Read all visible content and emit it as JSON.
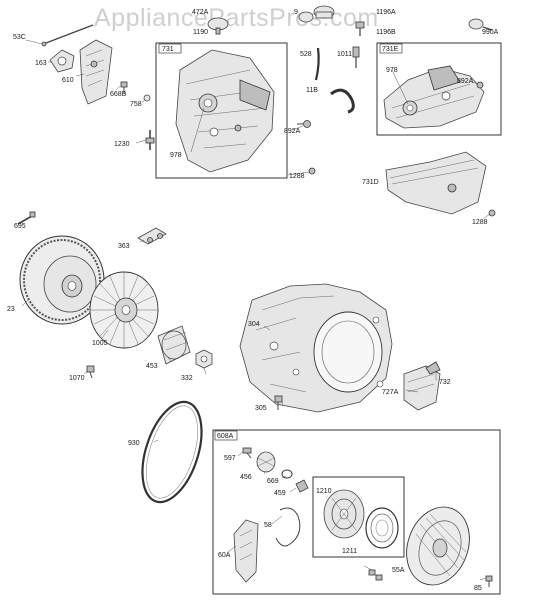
{
  "watermark": "AppliancePartsPros.com",
  "boxes": {
    "blower_housing_box": "731",
    "blower_housing_box_alt": "731E",
    "rewind_starter_box": "608A",
    "sub_box": "1210"
  },
  "labels": {
    "p53c": "53C",
    "p163": "163",
    "p610": "610",
    "p668b": "668B",
    "p758": "758",
    "p1230": "1230",
    "p472a": "472A",
    "p1190": "1190",
    "p9": "9",
    "p1196a": "1196A",
    "p1196b": "1196B",
    "p990a": "990A",
    "p528": "528",
    "p1011": "1011",
    "p11b": "11B",
    "p978a": "978",
    "p892a_a": "892A",
    "p1288a": "1288",
    "p978b": "978",
    "p892a_b": "892A",
    "p731d": "731D",
    "p1288b": "1288",
    "p695": "695",
    "p363": "363",
    "p23": "23",
    "p1005": "1005",
    "p1070": "1070",
    "p453": "453",
    "p332": "332",
    "p304": "304",
    "p727a": "727A",
    "p732": "732",
    "p305": "305",
    "p930": "930",
    "p597": "597",
    "p456": "456",
    "p669": "669",
    "p459": "459",
    "p58": "58",
    "p60a": "60A",
    "p1211": "1211",
    "p55a": "55A",
    "p85": "85"
  }
}
